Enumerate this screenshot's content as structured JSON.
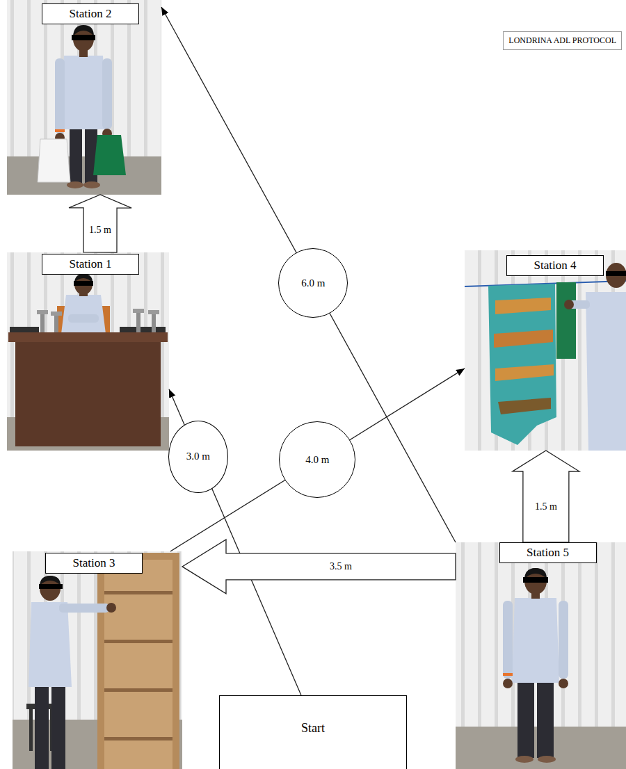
{
  "diagram": {
    "title": "LONDRINA ADL PROTOCOL",
    "nodes": [
      {
        "text": [
          "Station 2"
        ]
      },
      {
        "text": [
          "Station 1"
        ]
      },
      {
        "text": [
          "Station 4"
        ]
      },
      {
        "text": [
          "Station 3"
        ]
      },
      {
        "text": [
          "Station 5"
        ]
      },
      {
        "text": [
          "Start"
        ]
      }
    ],
    "edges": [
      {
        "from": 5,
        "to": 1,
        "arrow": "to",
        "label": "3.0 m"
      },
      {
        "from": 1,
        "to": 0,
        "arrow": "to",
        "label": "1.5 m"
      },
      {
        "from": 4,
        "to": 0,
        "arrow": "to",
        "label": "6.0 m"
      },
      {
        "from": 3,
        "to": 2,
        "arrow": "to",
        "label": "4.0 m"
      },
      {
        "from": 4,
        "to": 2,
        "arrow": "to",
        "label": "1.5 m"
      },
      {
        "from": 4,
        "to": 3,
        "arrow": "to",
        "label": "3.5 m"
      }
    ]
  }
}
